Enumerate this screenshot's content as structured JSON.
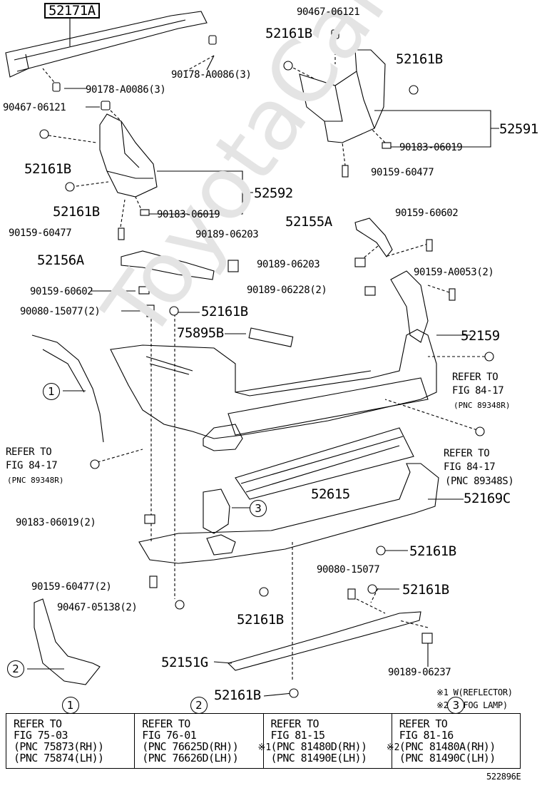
{
  "watermark": "ToyotaCarMine.ru",
  "labels": {
    "p52171A": "52171A",
    "p90467_06121_top": "90467-06121",
    "p52161B_a": "52161B",
    "p52161B_b": "52161B",
    "p90178_a": "90178-A0086(3)",
    "p90178_b": "90178-A0086(3)",
    "p90467_06121_left": "90467-06121",
    "p52591": "52591",
    "p90183_06019_r": "90183-06019",
    "p52161B_c": "52161B",
    "p90159_60477_r": "90159-60477",
    "p52592": "52592",
    "p52161B_d": "52161B",
    "p90183_06019_l": "90183-06019",
    "p90159_60477_l": "90159-60477",
    "p90189_06203_a": "90189-06203",
    "p52155A": "52155A",
    "p90159_60602_r": "90159-60602",
    "p52156A": "52156A",
    "p90189_06203_b": "90189-06203",
    "p90159_A0053": "90159-A0053(2)",
    "p90159_60602_l": "90159-60602",
    "p90189_06228": "90189-06228(2)",
    "p90080_15077_2": "90080-15077(2)",
    "p52161B_e": "52161B",
    "p75895B": "75895B",
    "p52159": "52159",
    "refer_r1_a": "REFER TO",
    "refer_r1_b": "FIG 84-17",
    "refer_r1_c": "(PNC 89348R)",
    "refer_l_a": "REFER TO",
    "refer_l_b": "FIG 84-17",
    "refer_l_c": "(PNC 89348R)",
    "refer_r2_a": "REFER TO",
    "refer_r2_b": "FIG 84-17",
    "refer_r2_c": "(PNC 89348S)",
    "p52615": "52615",
    "p52169C": "52169C",
    "p90183_06019_2": "90183-06019(2)",
    "p52161B_f": "52161B",
    "p90080_15077": "90080-15077",
    "p90159_60477_2": "90159-60477(2)",
    "p52161B_g": "52161B",
    "p90467_05138": "90467-05138(2)",
    "p52161B_h": "52161B",
    "p52151G": "52151G",
    "p90189_06237": "90189-06237",
    "p52161B_i": "52161B",
    "legend1": "※1 W(REFLECTOR)",
    "legend2": "※2 W(FOG LAMP)",
    "diagram_id": "522896E"
  },
  "circles": {
    "c1": "1",
    "c2": "2",
    "c3": "3"
  },
  "ref_table": [
    {
      "num": "1",
      "mark": "",
      "lines": [
        "REFER TO",
        "FIG 75-03",
        "(PNC 75873(RH))",
        "(PNC 75874(LH))"
      ]
    },
    {
      "num": "2",
      "mark": "",
      "lines": [
        "REFER TO",
        "FIG 76-01",
        "(PNC 76625D(RH))",
        "(PNC 76626D(LH))"
      ]
    },
    {
      "num": "",
      "mark": "※1",
      "lines": [
        "REFER TO",
        "FIG 81-15",
        "(PNC 81480D(RH))",
        "(PNC 81490E(LH))"
      ]
    },
    {
      "num": "3",
      "mark": "※2",
      "lines": [
        "REFER TO",
        "FIG 81-16",
        "(PNC 81480A(RH))",
        "(PNC 81490C(LH))"
      ]
    }
  ]
}
